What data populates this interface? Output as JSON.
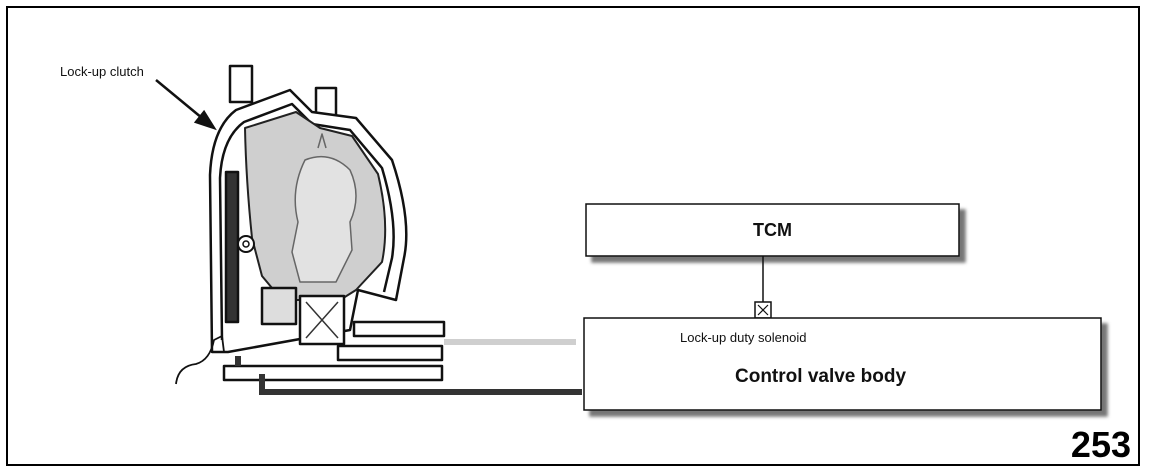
{
  "callout": {
    "lockup_clutch": "Lock-up clutch"
  },
  "boxes": {
    "tcm": "TCM",
    "control_valve_body": "Control valve body",
    "solenoid": "Lock-up duty solenoid"
  },
  "page": {
    "number": "253"
  }
}
